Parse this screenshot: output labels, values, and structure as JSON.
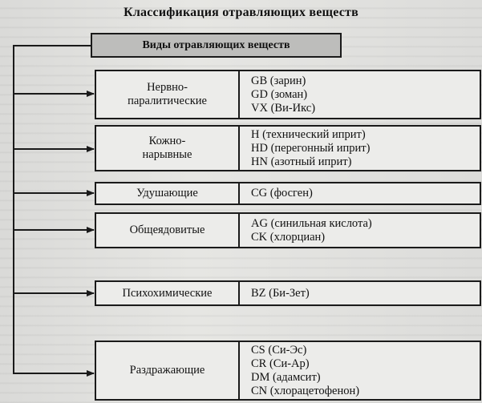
{
  "title": "Классификация отравляющих веществ",
  "header": "Виды отравляющих веществ",
  "categories": [
    {
      "name_lines": [
        "Нервно-",
        "паралитические"
      ],
      "agents": [
        "GB (зарин)",
        "GD (зоман)",
        "VX (Ви-Икс)"
      ]
    },
    {
      "name_lines": [
        "Кожно-",
        "нарывные"
      ],
      "agents": [
        "H (технический иприт)",
        "HD (перегонный иприт)",
        "HN (азотный иприт)"
      ]
    },
    {
      "name_lines": [
        "Удушающие"
      ],
      "agents": [
        "CG (фосген)"
      ]
    },
    {
      "name_lines": [
        "Общеядовитые"
      ],
      "agents": [
        "AG (синильная кислота)",
        "CK (хлорциан)"
      ]
    },
    {
      "name_lines": [
        "Психохимические"
      ],
      "agents": [
        "BZ (Би-Зет)"
      ]
    },
    {
      "name_lines": [
        "Раздражающие"
      ],
      "agents": [
        "CS (Си-Эс)",
        "CR (Си-Ар)",
        "DM (адамсит)",
        "CN (хлорацетофенон)"
      ]
    }
  ]
}
